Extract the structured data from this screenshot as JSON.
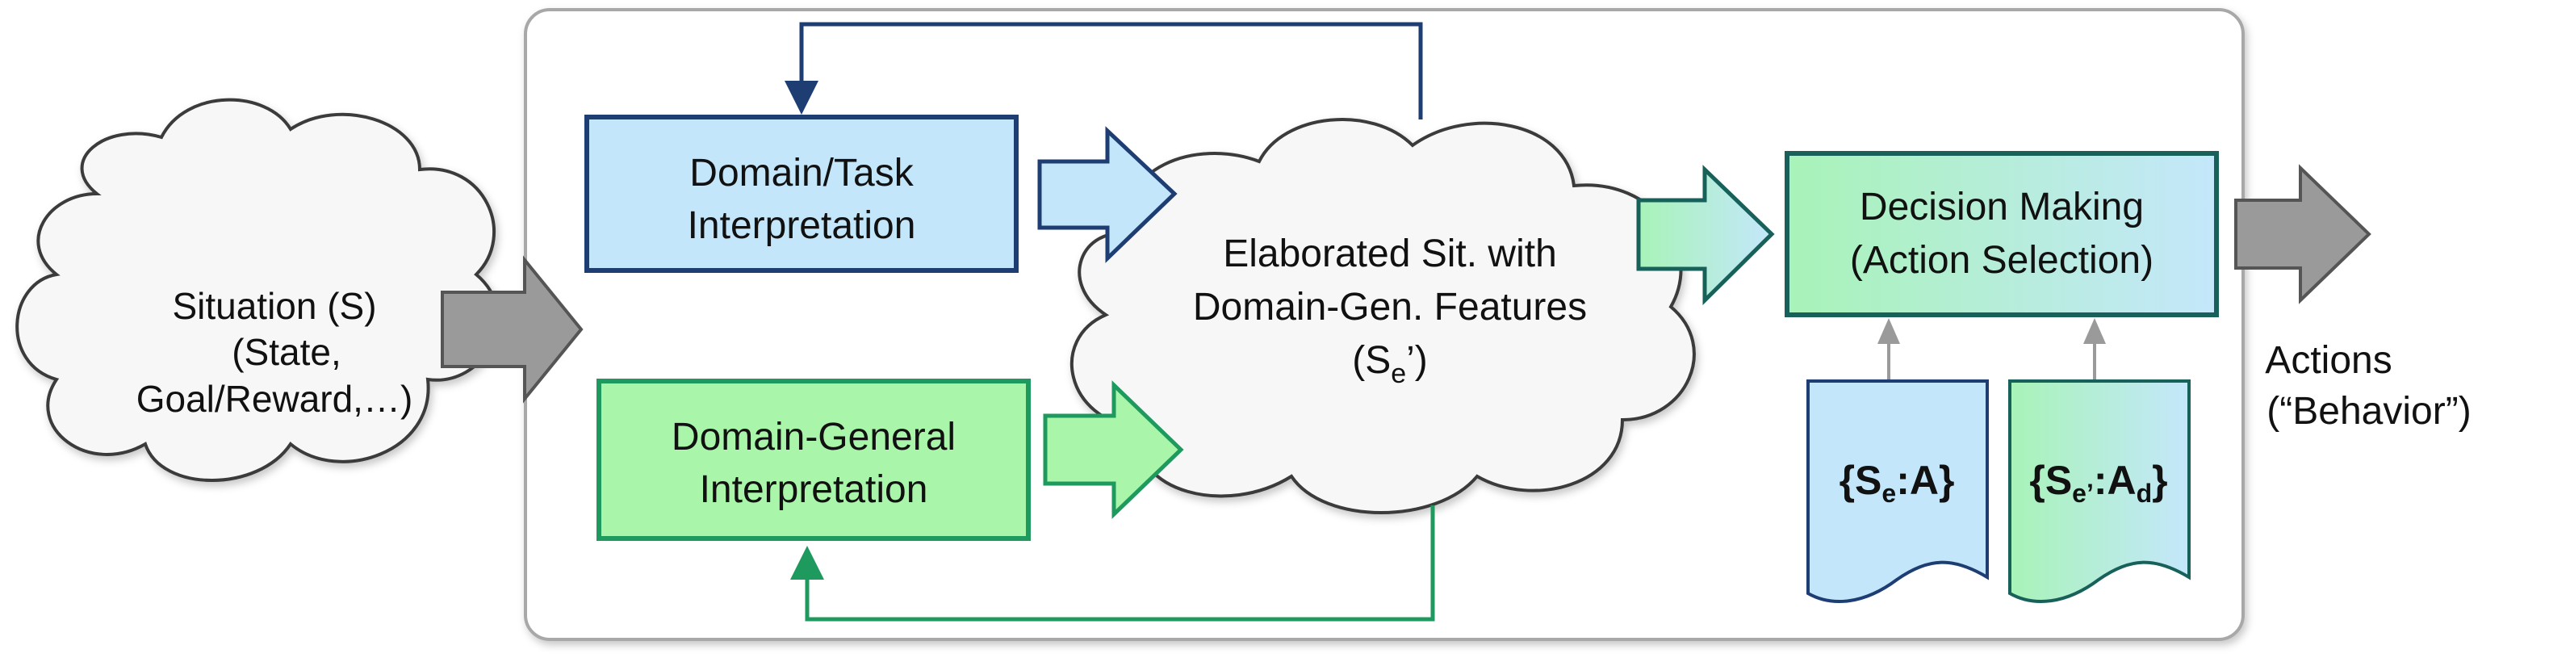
{
  "situation": {
    "line1": "Situation (S)",
    "line2": "(State,",
    "line3": "Goal/Reward,…)"
  },
  "domain_task": {
    "line1": "Domain/Task",
    "line2": "Interpretation"
  },
  "domain_general": {
    "line1": "Domain-General",
    "line2": "Interpretation"
  },
  "elaborated": {
    "line1": "Elaborated Sit. with",
    "line2": "Domain-Gen. Features",
    "line3_prefix": "(S",
    "line3_sub": "e",
    "line3_suffix": "’)"
  },
  "decision": {
    "line1": "Decision Making",
    "line2": "(Action Selection)"
  },
  "memory_left": {
    "prefix": "{S",
    "sub": "e",
    "suffix": ":A}"
  },
  "memory_right": {
    "prefix": "{S",
    "sub": "e’",
    "mid": ":A",
    "sub2": "d",
    "suffix": "}"
  },
  "actions": {
    "line1": "Actions",
    "line2": "(“Behavior”)"
  },
  "colors": {
    "blue_border": "#1d3d73",
    "blue_fill": "#c3e6fb",
    "green_border": "#1f9a5e",
    "green_fill": "#a9f5a9",
    "teal_border": "#17615a",
    "gray_arrow": "#9a9a9a"
  }
}
